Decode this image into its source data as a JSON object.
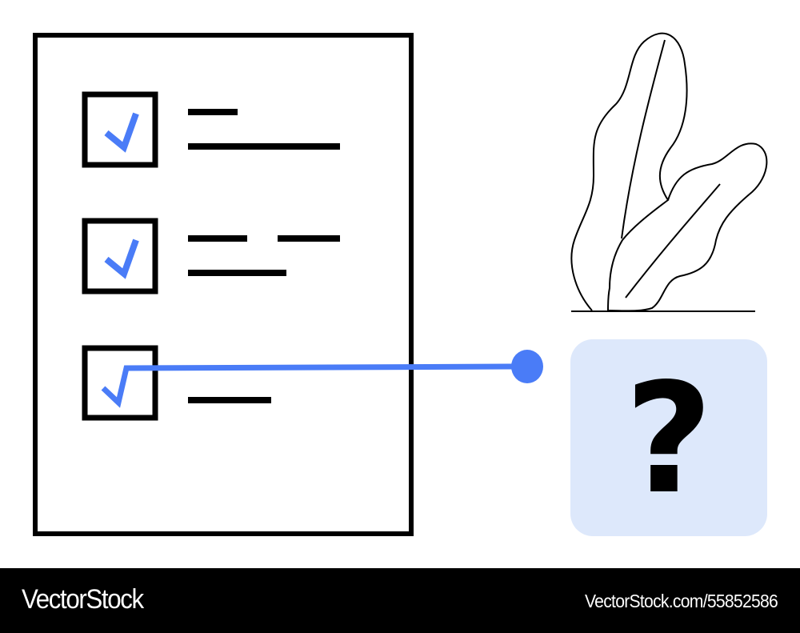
{
  "illustration": {
    "description": "Checklist document with three checked items; third item connected by a line to a question-mark box; decorative plant",
    "checklist": {
      "items": [
        {
          "checked": true,
          "lines": 2
        },
        {
          "checked": true,
          "lines": 3
        },
        {
          "checked": true,
          "lines": 1,
          "connected": true
        }
      ]
    },
    "question_box": {
      "symbol": "?"
    },
    "colors": {
      "accent": "#4a7cf7",
      "box_fill": "#dde8fb",
      "stroke": "#000000"
    }
  },
  "footer": {
    "brand": "VectorStock",
    "reference": "VectorStock.com/55852586"
  }
}
